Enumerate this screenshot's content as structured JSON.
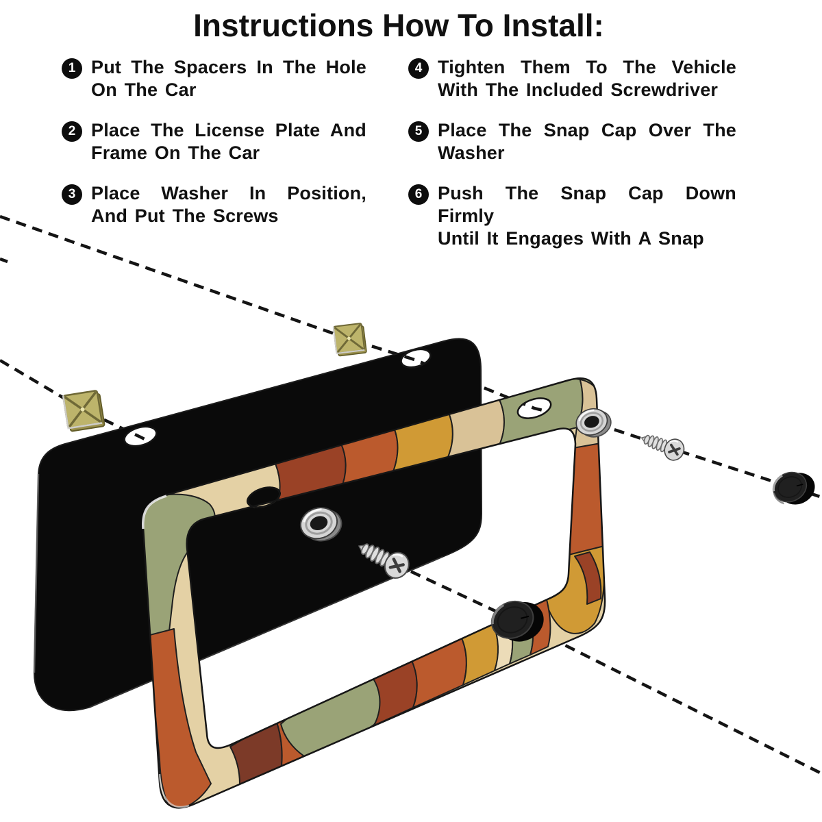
{
  "title": "Instructions How To Install:",
  "steps": [
    {
      "num": "1",
      "line1": "Put The Spacers In The Hole",
      "line2": "On The Car"
    },
    {
      "num": "2",
      "line1": "Place The License Plate And",
      "line2": "Frame On The Car"
    },
    {
      "num": "3",
      "line1": "Place Washer In Position,",
      "line2": "And Put The Screws"
    },
    {
      "num": "4",
      "line1": "Tighten Them To The Vehicle",
      "line2": "With The Included Screwdriver"
    },
    {
      "num": "5",
      "line1": "Place The Snap Cap Over The",
      "line2": "Washer"
    },
    {
      "num": "6",
      "line1": "Push The Snap Cap Down Firmly",
      "line2": "Until It Engages With A Snap"
    }
  ],
  "colors": {
    "page-bg": "#ffffff",
    "text": "#111111",
    "badge-bg": "#0d0d0d",
    "badge-text": "#ffffff",
    "plate": "#0a0a0a",
    "line": "#141414",
    "cream": "#e4d1a5",
    "tan": "#d9c297",
    "pale": "#ecdcb8",
    "olive": "#9aa377",
    "rust": "#bb5a2d",
    "brick": "#9a4226",
    "brown": "#7c3a28",
    "mustard": "#d09a35",
    "khaki": "#bdb46b",
    "khaki-dark": "#6f6937",
    "khaki-side": "#9b914d",
    "silver": "#d6d6d6",
    "silver-dark": "#8a8a8a",
    "steel-edge": "#4c4c4c",
    "cap": "#202020",
    "cap-rim": "#3e3e3e",
    "chrome": "#ececec"
  }
}
